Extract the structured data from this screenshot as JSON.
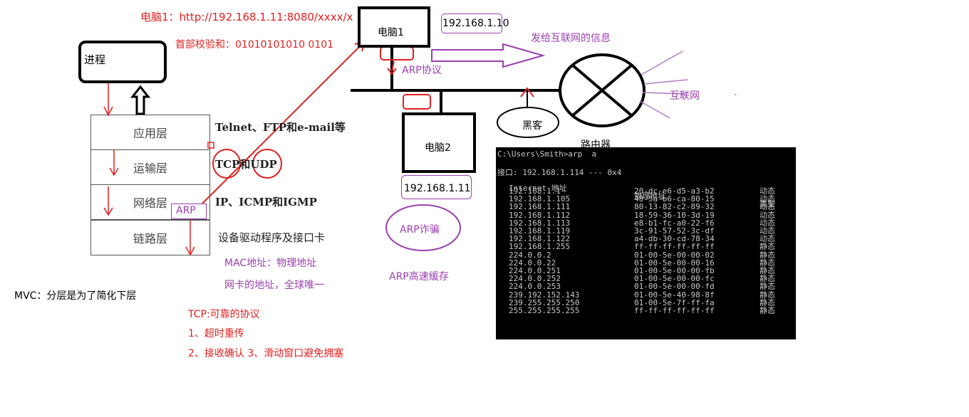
{
  "annotations": {
    "pc1_url": "电脑1：http://192.168.1.11:8080/xxxx/x",
    "checksum": "首部校验和：01010101010 0101",
    "process": "进程",
    "pc1": "电脑1",
    "pc1_ip": "192.168.1.10",
    "internet_info": "发给互联网的信息",
    "arp_protocol": "ARP协议",
    "internet": "互联网",
    "hacker": "黑客",
    "router": "路由器",
    "pc2": "电脑2",
    "pc2_ip": "192.168.1.11",
    "arp_spoof": "ARP诈骗",
    "arp_cache": "ARP高速缓存",
    "mac_address": "MAC地址：物理地址",
    "nic_address": "网卡的地址，全球唯一",
    "mvc": "MVC：分层是为了简化下层",
    "tcp_reliable": "TCP:可靠的协议",
    "tcp_point1": "1、超时重传",
    "tcp_point2": "2、接收确认 3、滑动窗口避免拥塞",
    "arp_tag": "ARP",
    "dash": "-"
  },
  "layers": [
    {
      "name": "应用层",
      "protocols": "Telnet、FTP和e-mail等"
    },
    {
      "name": "运输层",
      "protocols": "TCP和UDP"
    },
    {
      "name": "网络层",
      "protocols": "IP、ICMP和IGMP"
    },
    {
      "name": "链路层",
      "protocols": "设备驱动程序及接口卡"
    }
  ],
  "terminal": {
    "command": "C:\\Users\\Smith>arp  a",
    "interface": "接口: 192.168.1.114 --- 0x4",
    "headers": [
      "Internet 地址",
      "物理地址",
      "类型"
    ],
    "rows": [
      [
        "192.168.1.1",
        "20-dc-e6-d5-a3-b2",
        "动态"
      ],
      [
        "192.168.1.105",
        "48-5a-b6-ca-80-15",
        "动态"
      ],
      [
        "192.168.1.111",
        "80-13-82-c2-89-32",
        "动态"
      ],
      [
        "192.168.1.112",
        "18-59-36-10-3d-19",
        "动态"
      ],
      [
        "192.168.1.113",
        "e8-b1-fc-a0-22-f6",
        "动态"
      ],
      [
        "192.168.1.119",
        "3c-91-57-52-3c-df",
        "动态"
      ],
      [
        "192.168.1.122",
        "a4-db-30-cd-78-34",
        "动态"
      ],
      [
        "192.168.1.255",
        "ff-ff-ff-ff-ff-ff",
        "静态"
      ],
      [
        "224.0.0.2",
        "01-00-5e-00-00-02",
        "静态"
      ],
      [
        "224.0.0.22",
        "01-00-5e-00-00-16",
        "静态"
      ],
      [
        "224.0.0.251",
        "01-00-5e-00-00-fb",
        "静态"
      ],
      [
        "224.0.0.252",
        "01-00-5e-00-00-fc",
        "静态"
      ],
      [
        "224.0.0.253",
        "01-00-5e-00-00-fd",
        "静态"
      ],
      [
        "239.192.152.143",
        "01-00-5e-40-98-8f",
        "静态"
      ],
      [
        "239.255.255.250",
        "01-00-5e-7f-ff-fa",
        "静态"
      ],
      [
        "255.255.255.255",
        "ff-ff-ff-ff-ff-ff",
        "静态"
      ]
    ]
  },
  "colors": {
    "annotation_red": "#e02020",
    "annotation_purple": "#9b3fb0",
    "terminal_bg": "#000000"
  }
}
